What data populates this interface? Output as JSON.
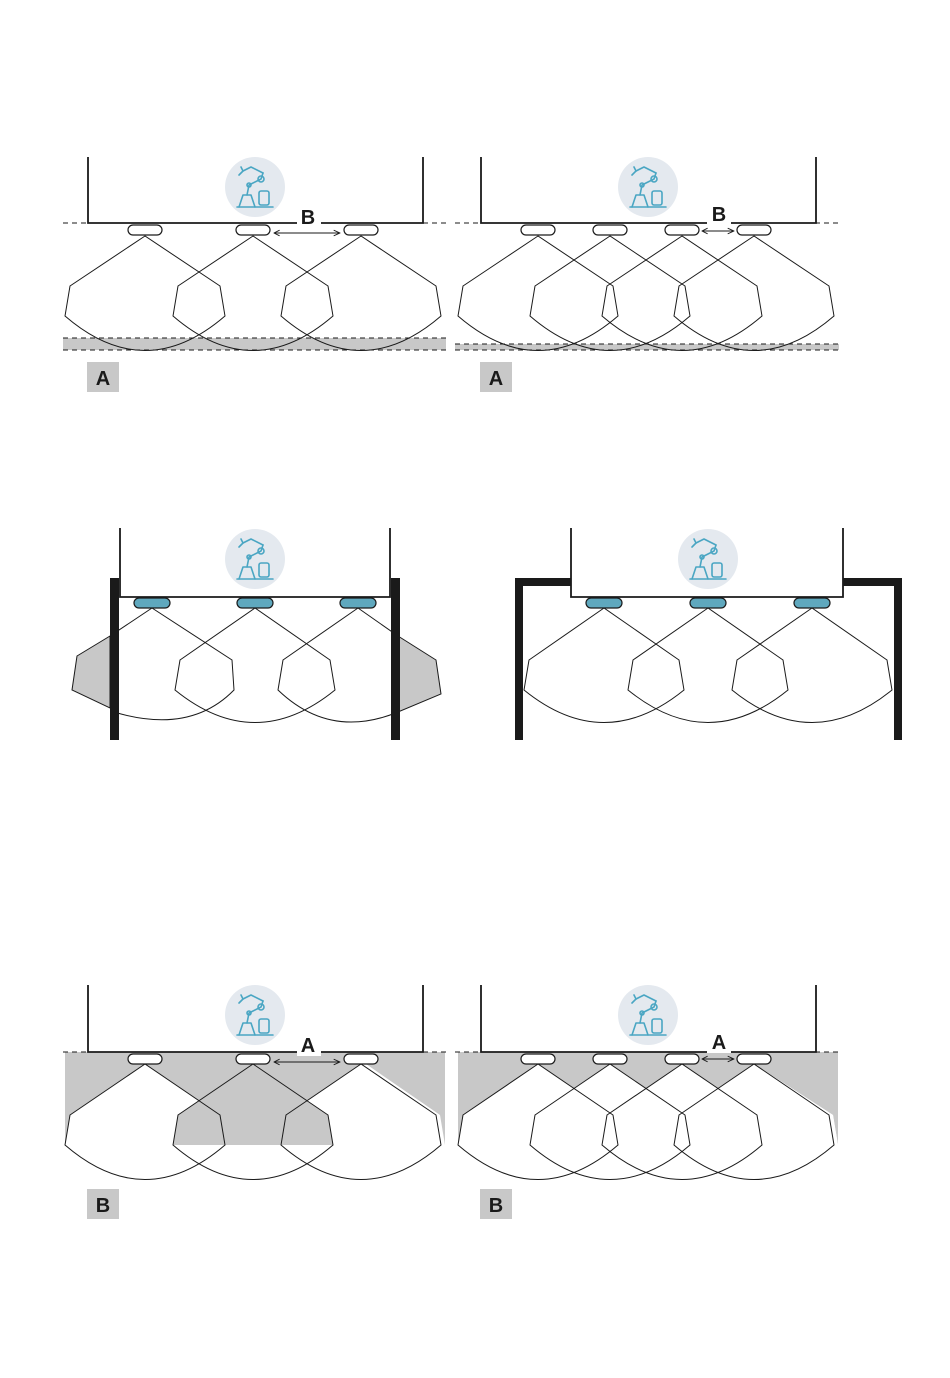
{
  "panels": [
    {
      "id": "row1-left",
      "sensors": 3,
      "zone_label": "A",
      "distance_label": "B"
    },
    {
      "id": "row1-right",
      "sensors": 4,
      "zone_label": "A",
      "distance_label": "B"
    },
    {
      "id": "row2-left",
      "sensors": 3
    },
    {
      "id": "row2-right",
      "sensors": 3
    },
    {
      "id": "row3-left",
      "sensors": 3,
      "zone_label": "B",
      "distance_label": "A"
    },
    {
      "id": "row3-right",
      "sensors": 4,
      "zone_label": "B",
      "distance_label": "A"
    }
  ],
  "icon": "robot-arm-icon",
  "colors": {
    "line": "#1a1a1a",
    "shade": "#c8c8c8",
    "sensor_active": "#5fa8be",
    "icon_circle": "#e4e9ef",
    "icon_stroke": "#4aa6c3"
  }
}
